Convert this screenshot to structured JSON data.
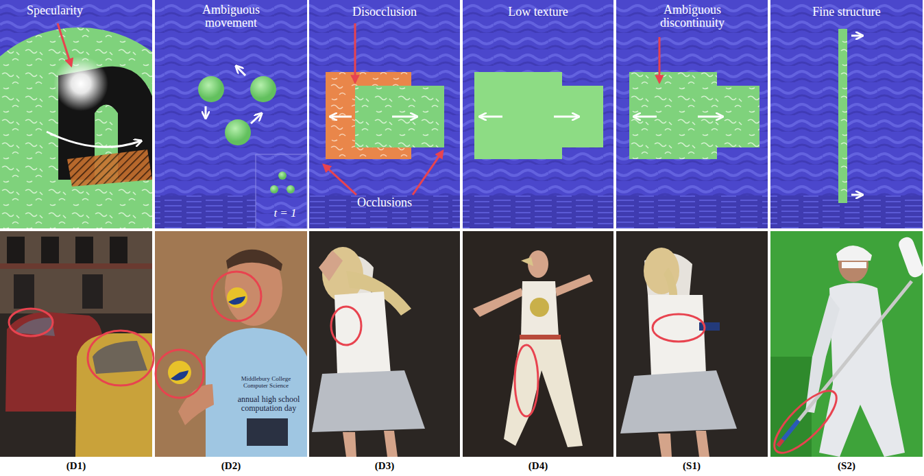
{
  "diagram": {
    "labels": [
      "Specularity",
      "Ambiguous movement",
      "t = 1",
      "Disocclusion",
      "Occlusions",
      "Low texture",
      "Ambiguous discontinuity",
      "Fine structure",
      "Middlebury College Computer Science",
      "annual high school computation day",
      "(D1)",
      "(D2)",
      "(D3)",
      "(D4)",
      "(S1)",
      "(S2)"
    ]
  }
}
